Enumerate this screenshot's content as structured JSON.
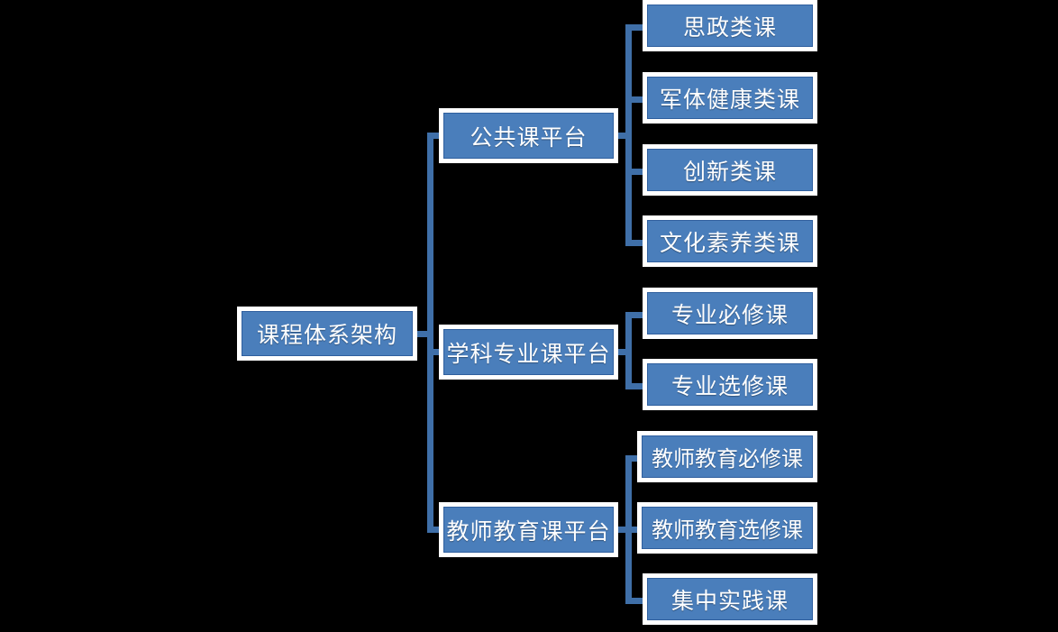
{
  "diagram": {
    "type": "tree",
    "title": "课程体系架构",
    "orientation": "left-to-right",
    "colors": {
      "background": "#000000",
      "box_fill": "#4a7ebb",
      "box_border": "#2f5f9e",
      "box_outer": "#ffffff",
      "connector": "#3f6fa8",
      "text": "#ffffff"
    },
    "root": {
      "label": "课程体系架构"
    },
    "branches": [
      {
        "label": "公共课平台",
        "children": [
          {
            "label": "思政类课"
          },
          {
            "label": "军体健康类课"
          },
          {
            "label": "创新类课"
          },
          {
            "label": "文化素养类课"
          }
        ]
      },
      {
        "label": "学科专业课平台",
        "children": [
          {
            "label": "专业必修课"
          },
          {
            "label": "专业选修课"
          }
        ]
      },
      {
        "label": "教师教育课平台",
        "children": [
          {
            "label": "教师教育必修课"
          },
          {
            "label": "教师教育选修课"
          },
          {
            "label": "集中实践课"
          }
        ]
      }
    ]
  }
}
